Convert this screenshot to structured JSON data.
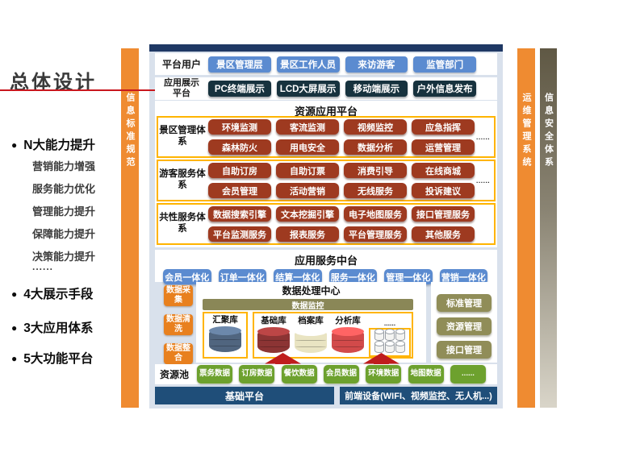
{
  "sidebar": {
    "title": "总体设计",
    "capability_heading": "N大能力提升",
    "capability_subs": [
      "营销能力增强",
      "服务能力优化",
      "管理能力提升",
      "保障能力提升",
      "决策能力提升"
    ],
    "capability_more": "......",
    "other_points": [
      "4大展示手段",
      "3大应用体系",
      "5大功能平台"
    ]
  },
  "rails": {
    "left": "信息标准规范",
    "right_ops": "运维管理系统",
    "right_security": "信息安全体系"
  },
  "diagram": {
    "platform_users": {
      "label": "平台用户",
      "items": [
        "景区管理层",
        "景区工作人员",
        "来访游客",
        "监管部门"
      ]
    },
    "display_platform": {
      "label": "应用展示平台",
      "items": [
        "PC终端展示",
        "LCD大屏展示",
        "移动端展示",
        "户外信息发布"
      ]
    },
    "resource_platform": {
      "title": "资源应用平台",
      "groups": [
        {
          "label": "景区管理体系",
          "row1": [
            "环境监测",
            "客流监测",
            "视频监控",
            "应急指挥"
          ],
          "row2": [
            "森林防火",
            "用电安全",
            "数据分析",
            "运营管理"
          ],
          "more": "......"
        },
        {
          "label": "游客服务体系",
          "row1": [
            "自助订房",
            "自助订票",
            "消费引导",
            "在线商城"
          ],
          "row2": [
            "会员管理",
            "活动营销",
            "无线服务",
            "投诉建议"
          ],
          "more": "......"
        },
        {
          "label": "共性服务体系",
          "row1": [
            "数据搜索引擎",
            "文本挖掘引擎",
            "电子地图服务",
            "接口管理服务"
          ],
          "row2": [
            "平台监测服务",
            "报表服务",
            "平台管理服务",
            "其他服务"
          ],
          "more": ""
        }
      ]
    },
    "service_hub": {
      "title": "应用服务中台",
      "items": [
        "会员一体化",
        "订单一体化",
        "结算一体化",
        "服务一体化",
        "管理一体化",
        "营销一体化"
      ]
    },
    "data_center": {
      "title": "数据处理中心",
      "steps": [
        "数据采集",
        "数据清洗",
        "数据整合"
      ],
      "monitor": "数据监控",
      "hub_db": "汇聚库",
      "databases": [
        "基础库",
        "档案库",
        "分析库"
      ],
      "more": "......",
      "governance": [
        "标准管理",
        "资源管理",
        "接口管理"
      ]
    },
    "resource_pool": {
      "label": "资源池",
      "items": [
        "票务数据",
        "订房数据",
        "餐饮数据",
        "会员数据",
        "环境数据",
        "地图数据",
        "......"
      ]
    },
    "foundation": {
      "left": "基础平台",
      "right": "前端设备(WIFI、视频监控、无人机...)"
    }
  },
  "colors": {
    "accent_orange": "#ef8b31",
    "navy_band": "#1f3864",
    "foundation_navy": "#1f4e79",
    "blue_button": "#5b8bd0",
    "display_dark": "#17323e",
    "module_red": "#9e3a20",
    "orange_border": "#ffb400",
    "olive": "#908d58",
    "data_green": "#6da12e",
    "step_orange": "#e8801e",
    "arrow_red": "#bf1d1d",
    "title_line_red": "#c9171e",
    "panel_bg": "#d9e1ec",
    "security_gradient_top": "#5f5844",
    "security_gradient_bottom": "#d9d5c9"
  }
}
